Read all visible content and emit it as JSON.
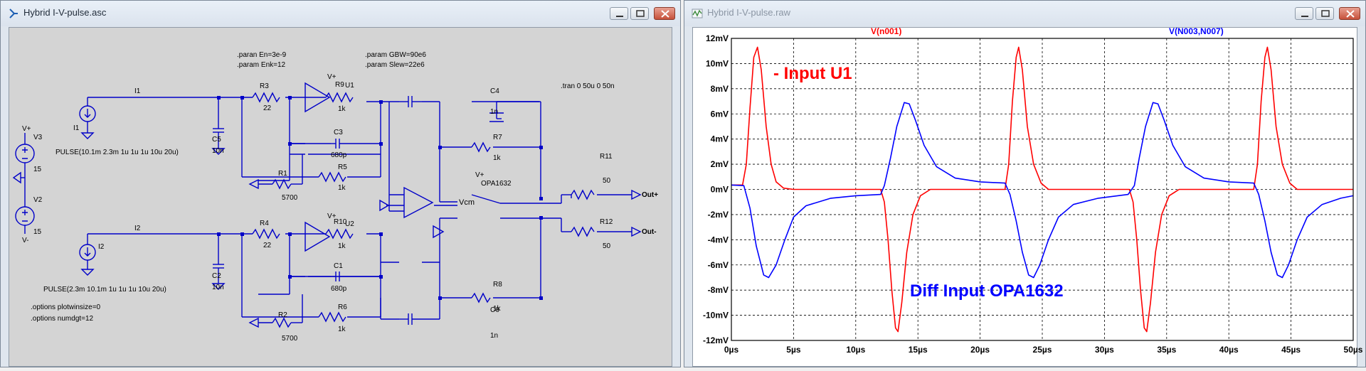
{
  "schematic_window": {
    "title": "Hybrid I-V-pulse.asc",
    "directives": {
      "paran_en": ".paran En=3e-9",
      "param_enk": ".param Enk=12",
      "param_gbw": ".param GBW=90e6",
      "param_slew": ".param Slew=22e6",
      "tran": ".tran 0 50u 0 50n",
      "plotwinsize": ".options plotwinsize=0",
      "numdgt": ".options numdgt=12"
    },
    "sources": {
      "i1_name": "I1",
      "i1_net": "I1",
      "i1_value": "PULSE(10.1m 2.3m 1u 1u 1u 10u 20u)",
      "i2_name": "I2",
      "i2_net": "I2",
      "i2_value": "PULSE(2.3m 10.1m 1u 1u 1u 10u 20u)",
      "v3_name": "V3",
      "v3_value": "15",
      "v2_name": "V2",
      "v2_value": "15",
      "vplus": "V+",
      "vminus": "V-"
    },
    "opamps": {
      "u1": "U1",
      "u2": "U2",
      "opa": "OPA1632",
      "vcm": "Vcm",
      "plus": "+",
      "minus": "-",
      "vplus": "V+",
      "vminus": "V-"
    },
    "components": {
      "c5": "C5",
      "c5_val": "10n",
      "c2": "C2",
      "c2_val": "10n",
      "r3": "R3",
      "r3_val": "22",
      "r4": "R4",
      "r4_val": "22",
      "r1": "R1",
      "r1_val": "5700",
      "r2": "R2",
      "r2_val": "5700",
      "c3": "C3",
      "c3_val": "680p",
      "c1": "C1",
      "c1_val": "680p",
      "r5": "R5",
      "r5_val": "1k",
      "r6": "R6",
      "r6_val": "1k",
      "r9": "R9",
      "r9_val": "1k",
      "r10": "R10",
      "r10_val": "1k",
      "c4": "C4",
      "c4_val": "1n",
      "c6": "C6",
      "c6_val": "1n",
      "r7": "R7",
      "r7_val": "1k",
      "r8": "R8",
      "r8_val": "1k",
      "r11": "R11",
      "r11_val": "50",
      "r12": "R12",
      "r12_val": "50"
    },
    "ports": {
      "out_plus": "Out+",
      "out_minus": "Out-"
    }
  },
  "waveform_window": {
    "title": "Hybrid I-V-pulse.raw",
    "trace_labels": {
      "red": "V(n001)",
      "blue": "V(N003,N007)"
    },
    "annotations": {
      "input_u1": "- Input U1",
      "diff_input": "Diff Input OPA1632"
    }
  },
  "colors": {
    "red_trace": "#ff0000",
    "blue_trace": "#0000ff",
    "wire": "#0000c8",
    "grid": "#000000"
  },
  "chart_data": {
    "type": "line",
    "title": "",
    "xlabel": "",
    "ylabel": "",
    "x_unit": "µs",
    "y_unit": "mV",
    "xlim": [
      0,
      50
    ],
    "ylim": [
      -12,
      12
    ],
    "x_ticks": [
      "0µs",
      "5µs",
      "10µs",
      "15µs",
      "20µs",
      "25µs",
      "30µs",
      "35µs",
      "40µs",
      "45µs",
      "50µs"
    ],
    "y_ticks": [
      "12mV",
      "10mV",
      "8mV",
      "6mV",
      "4mV",
      "2mV",
      "0mV",
      "-2mV",
      "-4mV",
      "-6mV",
      "-8mV",
      "-10mV",
      "-12mV"
    ],
    "grid": true,
    "series": [
      {
        "name": "V(n001)",
        "color": "#ff0000",
        "points": [
          [
            0,
            0.35
          ],
          [
            0.9,
            0.35
          ],
          [
            1.2,
            2
          ],
          [
            1.5,
            6.5
          ],
          [
            1.8,
            10.5
          ],
          [
            2.1,
            11.3
          ],
          [
            2.4,
            9.5
          ],
          [
            2.8,
            5
          ],
          [
            3.2,
            2
          ],
          [
            3.6,
            0.6
          ],
          [
            4.2,
            0.1
          ],
          [
            5,
            0
          ],
          [
            12,
            0
          ],
          [
            12.3,
            -1
          ],
          [
            12.6,
            -4
          ],
          [
            12.9,
            -8
          ],
          [
            13.2,
            -11
          ],
          [
            13.4,
            -11.3
          ],
          [
            13.7,
            -9
          ],
          [
            14.1,
            -5
          ],
          [
            14.6,
            -2
          ],
          [
            15.2,
            -0.5
          ],
          [
            16,
            0
          ],
          [
            22,
            0
          ],
          [
            22.3,
            2
          ],
          [
            22.6,
            7
          ],
          [
            22.9,
            10.5
          ],
          [
            23.1,
            11.3
          ],
          [
            23.4,
            9.5
          ],
          [
            23.8,
            5
          ],
          [
            24.3,
            2
          ],
          [
            24.9,
            0.5
          ],
          [
            25.5,
            0
          ],
          [
            32,
            0
          ],
          [
            32.3,
            -1
          ],
          [
            32.6,
            -4
          ],
          [
            32.9,
            -8
          ],
          [
            33.2,
            -11
          ],
          [
            33.4,
            -11.3
          ],
          [
            33.7,
            -9
          ],
          [
            34.1,
            -5
          ],
          [
            34.6,
            -2
          ],
          [
            35.2,
            -0.5
          ],
          [
            36,
            0
          ],
          [
            42,
            0
          ],
          [
            42.3,
            2
          ],
          [
            42.6,
            7
          ],
          [
            42.9,
            10.5
          ],
          [
            43.1,
            11.3
          ],
          [
            43.4,
            9.5
          ],
          [
            43.8,
            5
          ],
          [
            44.3,
            2
          ],
          [
            44.9,
            0.5
          ],
          [
            45.5,
            0
          ],
          [
            50,
            0
          ]
        ]
      },
      {
        "name": "V(N003,N007)",
        "color": "#0000ff",
        "points": [
          [
            0,
            0.35
          ],
          [
            1,
            0.3
          ],
          [
            1.5,
            -1.5
          ],
          [
            2,
            -4.5
          ],
          [
            2.6,
            -6.8
          ],
          [
            3,
            -7
          ],
          [
            3.6,
            -6
          ],
          [
            4.3,
            -4
          ],
          [
            5,
            -2.2
          ],
          [
            6,
            -1.3
          ],
          [
            8,
            -0.7
          ],
          [
            10,
            -0.5
          ],
          [
            12,
            -0.4
          ],
          [
            12.3,
            0.3
          ],
          [
            12.8,
            2.5
          ],
          [
            13.3,
            5
          ],
          [
            13.9,
            6.9
          ],
          [
            14.3,
            6.8
          ],
          [
            14.8,
            5.5
          ],
          [
            15.5,
            3.5
          ],
          [
            16.5,
            1.8
          ],
          [
            18,
            0.9
          ],
          [
            20,
            0.6
          ],
          [
            22,
            0.5
          ],
          [
            22.4,
            -0.4
          ],
          [
            22.9,
            -2.5
          ],
          [
            23.4,
            -5
          ],
          [
            23.9,
            -6.8
          ],
          [
            24.3,
            -7
          ],
          [
            24.8,
            -6
          ],
          [
            25.5,
            -4
          ],
          [
            26.3,
            -2.2
          ],
          [
            27.5,
            -1.2
          ],
          [
            29.5,
            -0.7
          ],
          [
            31.9,
            -0.4
          ],
          [
            32.4,
            0.3
          ],
          [
            32.8,
            2.5
          ],
          [
            33.3,
            5
          ],
          [
            33.9,
            6.9
          ],
          [
            34.3,
            6.8
          ],
          [
            34.8,
            5.5
          ],
          [
            35.5,
            3.5
          ],
          [
            36.5,
            1.8
          ],
          [
            38,
            0.9
          ],
          [
            40,
            0.6
          ],
          [
            42,
            0.5
          ],
          [
            42.4,
            -0.4
          ],
          [
            42.9,
            -2.5
          ],
          [
            43.4,
            -5
          ],
          [
            43.9,
            -6.8
          ],
          [
            44.3,
            -7
          ],
          [
            44.8,
            -6
          ],
          [
            45.5,
            -4
          ],
          [
            46.3,
            -2.2
          ],
          [
            47.5,
            -1.2
          ],
          [
            49,
            -0.7
          ],
          [
            50,
            -0.5
          ]
        ]
      }
    ]
  }
}
